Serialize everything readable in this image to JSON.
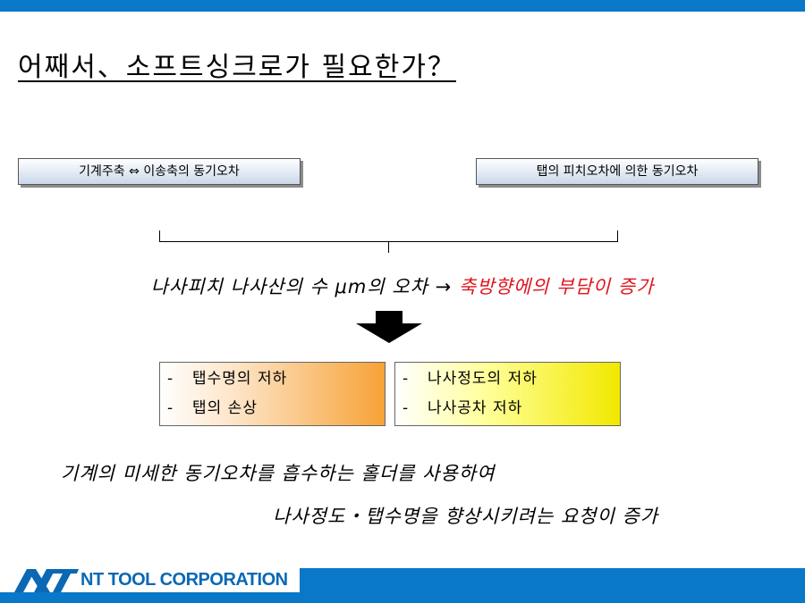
{
  "slide": {
    "title": "어째서、소프트싱크로가 필요한가？",
    "left_label": "기계주축 ⇔ 이송축의 동기오차",
    "right_label": "탭의 피치오차에 의한 동기오차",
    "statement": {
      "cause": "나사피치 나사산의 수 μm의 오차 → ",
      "effect": "축방향에의 부담이 증가"
    },
    "effect_boxes": [
      {
        "items": [
          "탭수명의 저하",
          "탭의 손상"
        ]
      },
      {
        "items": [
          "나사정도의 저하",
          "나사공차 저하"
        ]
      }
    ],
    "bullet": "-",
    "conclusion": {
      "line1": "기계의 미세한 동기오차를 흡수하는 홀더를 사용하여",
      "line2": "나사정도・탭수명을 향상시키려는 요청이 증가"
    }
  },
  "footer": {
    "company": "NT TOOL CORPORATION",
    "logo_icon": "nt-logo-icon"
  },
  "colors": {
    "brand_blue": "#0a78c8",
    "accent_red": "#e0141e",
    "orange": "#f7a236",
    "yellow": "#f2e800"
  }
}
